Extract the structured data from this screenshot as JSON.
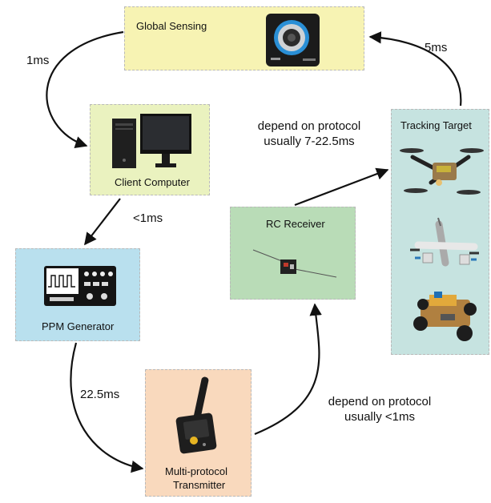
{
  "colors": {
    "global_sensing": "#f7f3b3",
    "client_computer": "#eaf2bf",
    "ppm_generator": "#b9e0ee",
    "transmitter": "#f9d9bd",
    "rc_receiver": "#b9dcb7",
    "tracking_target": "#c6e3e0"
  },
  "boxes": {
    "global_sensing": "Global Sensing",
    "client_computer": "Client Computer",
    "ppm_generator": "PPM Generator",
    "transmitter_line1": "Multi-protocol",
    "transmitter_line2": "Transmitter",
    "rc_receiver": "RC Receiver",
    "tracking_target": "Tracking Target"
  },
  "latencies": {
    "sensing_to_client": "1ms",
    "client_to_ppm": "<1ms",
    "ppm_to_transmitter": "22.5ms",
    "transmitter_to_receiver_line1": "depend on protocol",
    "transmitter_to_receiver_line2": "usually <1ms",
    "receiver_to_target_line1": "depend on protocol",
    "receiver_to_target_line2": "usually 7-22.5ms",
    "target_to_sensing": "5ms"
  },
  "icons": [
    "camera-icon",
    "computer-icon",
    "oscilloscope-icon",
    "transmitter-icon",
    "receiver-icon",
    "drone-icon",
    "vtol-plane-icon",
    "ground-robot-icon"
  ]
}
